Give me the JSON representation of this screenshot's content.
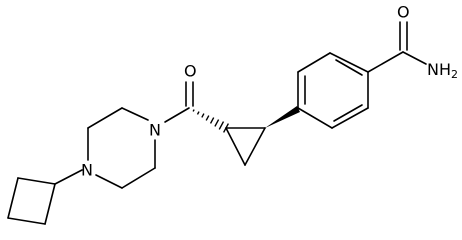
{
  "atoms": {
    "o_ketone": "O",
    "n_amide": "N",
    "n_cyclobutyl": "N",
    "o_amide": "O",
    "nh2": "NH",
    "nh2_subscript": "2"
  },
  "colors": {
    "bond": "#000000",
    "background": "#ffffff"
  }
}
